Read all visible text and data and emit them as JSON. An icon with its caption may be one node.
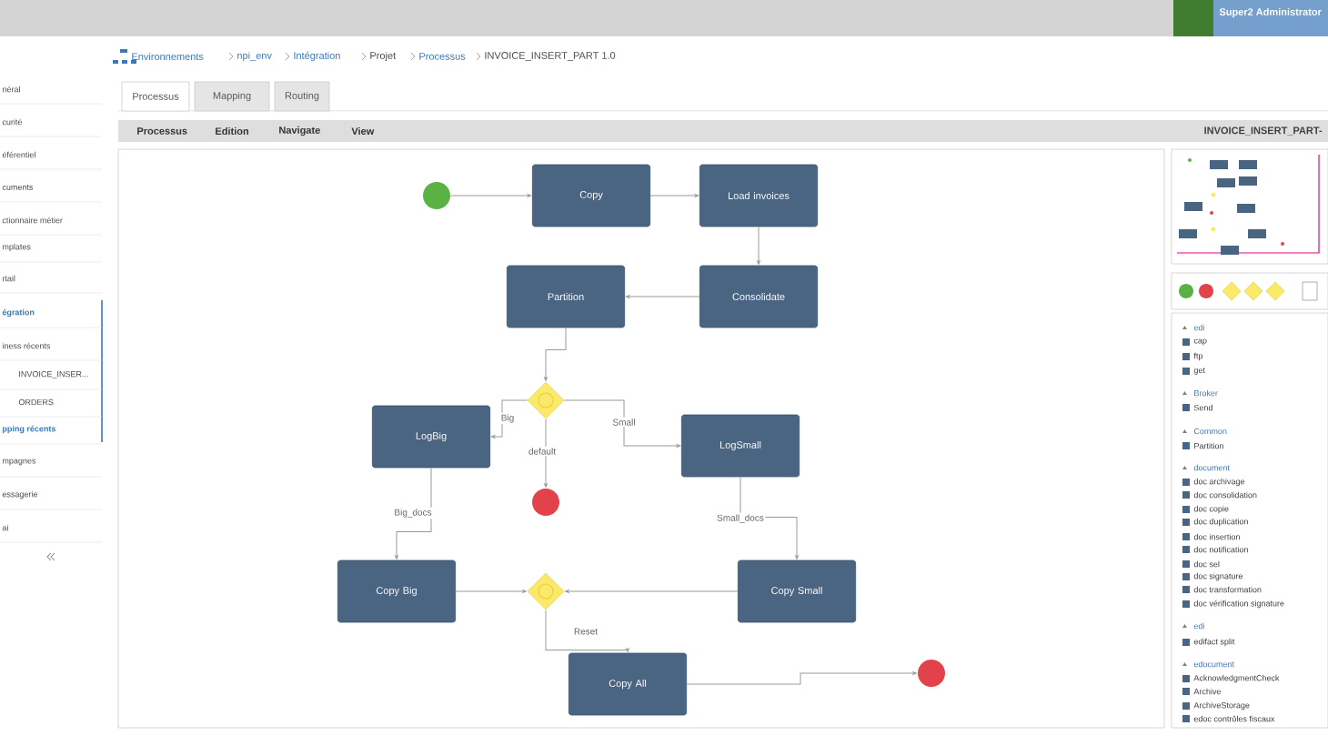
{
  "diagram": {
    "nodes": [
      {
        "text": [],
        "shape": "circle"
      },
      {
        "text": [
          "Copy"
        ]
      },
      {
        "text": [
          "Load invoices"
        ]
      },
      {
        "text": [
          "Consolidate"
        ]
      },
      {
        "text": [
          "Partition"
        ]
      },
      {
        "text": [],
        "shape": "diamond"
      },
      {
        "text": [
          "LogBig"
        ]
      },
      {
        "text": [],
        "shape": "circle"
      },
      {
        "text": [
          "LogSmall"
        ]
      },
      {
        "text": [
          "Copy Big"
        ]
      },
      {
        "text": [],
        "shape": "diamond"
      },
      {
        "text": [
          "Copy Small"
        ]
      },
      {
        "text": [
          "Copy All"
        ]
      },
      {
        "text": [],
        "shape": "circle"
      }
    ],
    "edges": [
      {
        "from": 0,
        "to": 1,
        "arrow": "to"
      },
      {
        "from": 1,
        "to": 2,
        "arrow": "to"
      },
      {
        "from": 2,
        "to": 3,
        "arrow": "to"
      },
      {
        "from": 3,
        "to": 4,
        "arrow": "to"
      },
      {
        "from": 4,
        "to": 5,
        "arrow": "to"
      },
      {
        "from": 5,
        "to": 6,
        "arrow": "to",
        "label": "Big"
      },
      {
        "from": 5,
        "to": 7,
        "arrow": "to",
        "label": "default"
      },
      {
        "from": 5,
        "to": 8,
        "arrow": "to",
        "label": "Small"
      },
      {
        "from": 6,
        "to": 9,
        "arrow": "to",
        "label": "Big_docs"
      },
      {
        "from": 8,
        "to": 11,
        "arrow": "to",
        "label": "Small_docs"
      },
      {
        "from": 9,
        "to": 10,
        "arrow": "to"
      },
      {
        "from": 11,
        "to": 10,
        "arrow": "to"
      },
      {
        "from": 10,
        "to": 12,
        "arrow": "to",
        "label": "Reset"
      },
      {
        "from": 12,
        "to": 13,
        "arrow": "to"
      }
    ],
    "labels": [
      "Super2 Administrator",
      "Environnements",
      "npi_env",
      "Intégration",
      "Projet",
      "Processus",
      "INVOICE_INSERT_PART 1.0",
      "Processus",
      "Mapping",
      "Routing",
      "Processus",
      "Edition",
      "Navigate",
      "View",
      "INVOICE_INSERT_PART-",
      "néral",
      "curité",
      "éférentiel",
      "cuments",
      "ctionnaire métier",
      "mplates",
      "rtail",
      "égration",
      "iness récents",
      "INVOICE_INSER...",
      "ORDERS",
      "pping récents",
      "mpagnes",
      "essagerie",
      "ai",
      "edi",
      "cap",
      "ftp",
      "get",
      "Broker",
      "Send",
      "Common",
      "Partition",
      "document",
      "doc archivage",
      "doc consolidation",
      "doc copie",
      "doc duplication",
      "doc insertion",
      "doc notification",
      "doc sel",
      "doc signature",
      "doc transformation",
      "doc vérification signature",
      "edi",
      "edifact split",
      "edocument",
      "AcknowledgmentCheck",
      "Archive",
      "ArchiveStorage",
      "edoc contrôles fiscaux"
    ]
  }
}
